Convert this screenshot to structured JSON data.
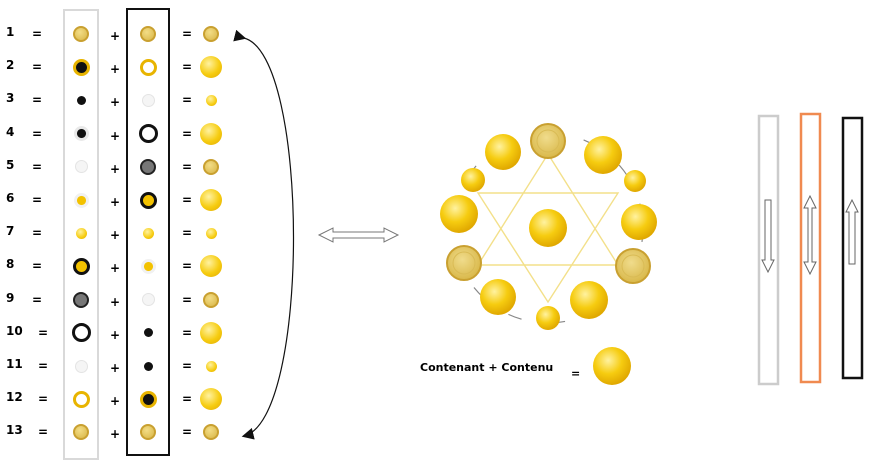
{
  "rows": [
    {
      "n": "1",
      "l": "g1",
      "m": "g1",
      "r": "g1"
    },
    {
      "n": "2",
      "l": "ring",
      "m": "hollowG",
      "r": "glow"
    },
    {
      "n": "3",
      "l": "blk",
      "m": "wht",
      "r": "sm"
    },
    {
      "n": "4",
      "l": "blkH",
      "m": "blkRing",
      "r": "glow"
    },
    {
      "n": "5",
      "l": "wht",
      "m": "grey",
      "r": "g1"
    },
    {
      "n": "6",
      "l": "ysm",
      "m": "blkRingY",
      "r": "glow"
    },
    {
      "n": "7",
      "l": "sm",
      "m": "sm",
      "r": "sm"
    },
    {
      "n": "8",
      "l": "blkRingY",
      "m": "ysm",
      "r": "glow"
    },
    {
      "n": "9",
      "l": "grey",
      "m": "wht",
      "r": "g1"
    },
    {
      "n": "10",
      "l": "blkRing",
      "m": "blk",
      "r": "glow"
    },
    {
      "n": "11",
      "l": "wht",
      "m": "blk",
      "r": "sm"
    },
    {
      "n": "12",
      "l": "hollowG",
      "m": "ring",
      "r": "glow"
    },
    {
      "n": "13",
      "l": "g1",
      "m": "g1",
      "r": "g1"
    }
  ],
  "operators": {
    "equals": "=",
    "plus": "+"
  },
  "caption": {
    "text": "Contenant + Contenu",
    "equals": "="
  },
  "colors": {
    "gold": "#f5c400",
    "goldDark": "#d8a500",
    "beige": "#e8cf7a",
    "orange": "#f08a50",
    "grey": "#d9d9d9",
    "black": "#111111"
  }
}
